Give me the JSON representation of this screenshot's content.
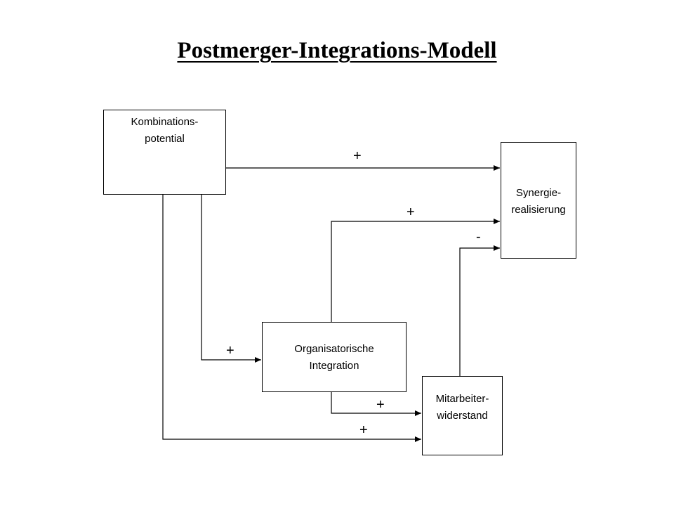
{
  "title": "Postmerger-Integrations-Modell",
  "boxes": {
    "kombinationspotential": {
      "line1": "Kombinations-",
      "line2": "potential"
    },
    "synergierealisierung": {
      "line1": "Synergie-",
      "line2": "realisierung"
    },
    "organisatorische_integration": {
      "line1": "Organisatorische",
      "line2": "Integration"
    },
    "mitarbeiterwiderstand": {
      "line1": "Mitarbeiter-",
      "line2": "widerstand"
    }
  },
  "edges": {
    "kombination_to_synergie": {
      "sign": "+"
    },
    "org_to_synergie": {
      "sign": "+"
    },
    "mitarbeiter_to_synergie": {
      "sign": "-"
    },
    "kombination_to_org": {
      "sign": "+"
    },
    "org_to_mitarbeiter": {
      "sign": "+"
    },
    "kombination_to_mitarbeiter": {
      "sign": "+"
    }
  }
}
